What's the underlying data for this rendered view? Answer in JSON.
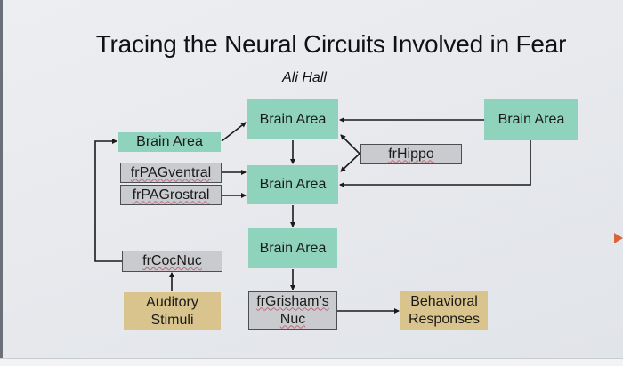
{
  "slide": {
    "title": "Tracing the Neural Circuits Involved in Fear",
    "author": "Ali Hall"
  },
  "nodes": {
    "brain_area_left": "Brain Area",
    "brain_area_top": "Brain Area",
    "brain_area_right": "Brain Area",
    "brain_area_middle": "Brain Area",
    "brain_area_lower": "Brain Area",
    "fr_pag_ventral": "frPAGventral",
    "fr_pag_rostral": "frPAGrostral",
    "fr_hippo": "frHippo",
    "fr_coc_nuc": "frCocNuc",
    "auditory_stimuli_line1": "Auditory",
    "auditory_stimuli_line2": "Stimuli",
    "fr_grisham_line1": "frGrisham’s",
    "fr_grisham_line2": "Nuc",
    "behavioral_line1": "Behavioral",
    "behavioral_line2": "Responses"
  },
  "colors": {
    "brain_area": "#8fd3bd",
    "placeholder_region": "#c9cbcf",
    "input_output": "#d8c48c",
    "wire": "#1a1a1a"
  },
  "edges": [
    {
      "from": "brain_area_left",
      "to": "brain_area_top"
    },
    {
      "from": "brain_area_right",
      "to": "brain_area_top"
    },
    {
      "from": "brain_area_right",
      "to": "brain_area_middle"
    },
    {
      "from": "fr_hippo",
      "to": "brain_area_top"
    },
    {
      "from": "fr_hippo",
      "to": "brain_area_middle"
    },
    {
      "from": "brain_area_top",
      "to": "brain_area_middle"
    },
    {
      "from": "fr_pag_ventral",
      "to": "brain_area_middle"
    },
    {
      "from": "fr_pag_rostral",
      "to": "brain_area_middle"
    },
    {
      "from": "brain_area_middle",
      "to": "brain_area_lower"
    },
    {
      "from": "brain_area_lower",
      "to": "fr_grisham"
    },
    {
      "from": "fr_grisham",
      "to": "behavioral_responses"
    },
    {
      "from": "auditory_stimuli",
      "to": "fr_coc_nuc"
    },
    {
      "from": "fr_coc_nuc",
      "to": "brain_area_left"
    }
  ]
}
